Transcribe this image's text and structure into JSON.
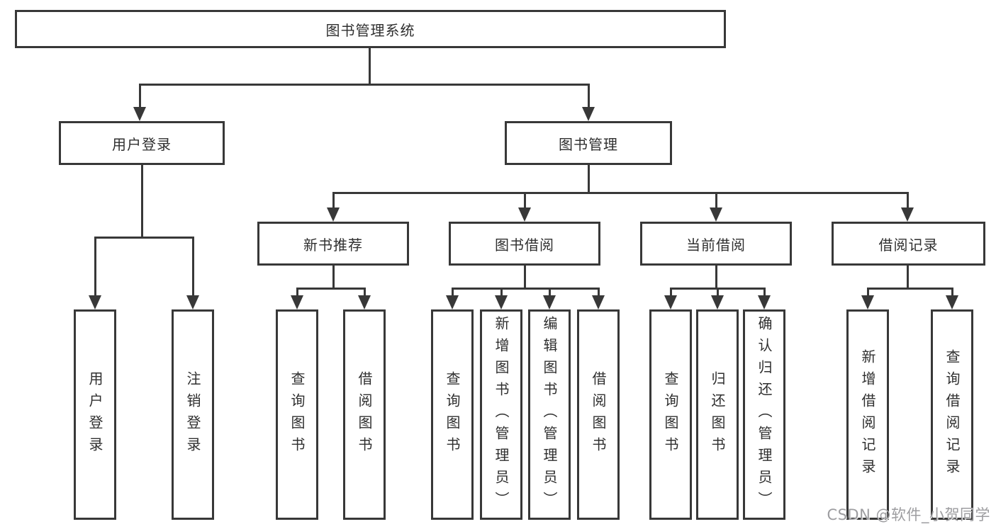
{
  "nodes": {
    "root": "图书管理系统",
    "user_login": "用户登录",
    "book_mgmt": "图书管理",
    "new_book_rec": "新书推荐",
    "book_borrow": "图书借阅",
    "current_borrow": "当前借阅",
    "borrow_records": "借阅记录",
    "ul_login": "用户登录",
    "ul_logout": "注销登录",
    "nr_query": "查询图书",
    "nr_borrow": "借阅图书",
    "bb_query": "查询图书",
    "bb_add": "新增图书（管理员）",
    "bb_edit": "编辑图书（管理员）",
    "bb_borrow": "借阅图书",
    "cb_query": "查询图书",
    "cb_return": "归还图书",
    "cb_confirm": "确认归还（管理员）",
    "br_add": "新增借阅记录",
    "br_query": "查询借阅记录"
  },
  "watermark": "CSDN @软件_小贺同学",
  "colors": {
    "line": "#383838",
    "text": "#2f2f2f",
    "watermark": "#9d9da0",
    "background": "#ffffff"
  }
}
